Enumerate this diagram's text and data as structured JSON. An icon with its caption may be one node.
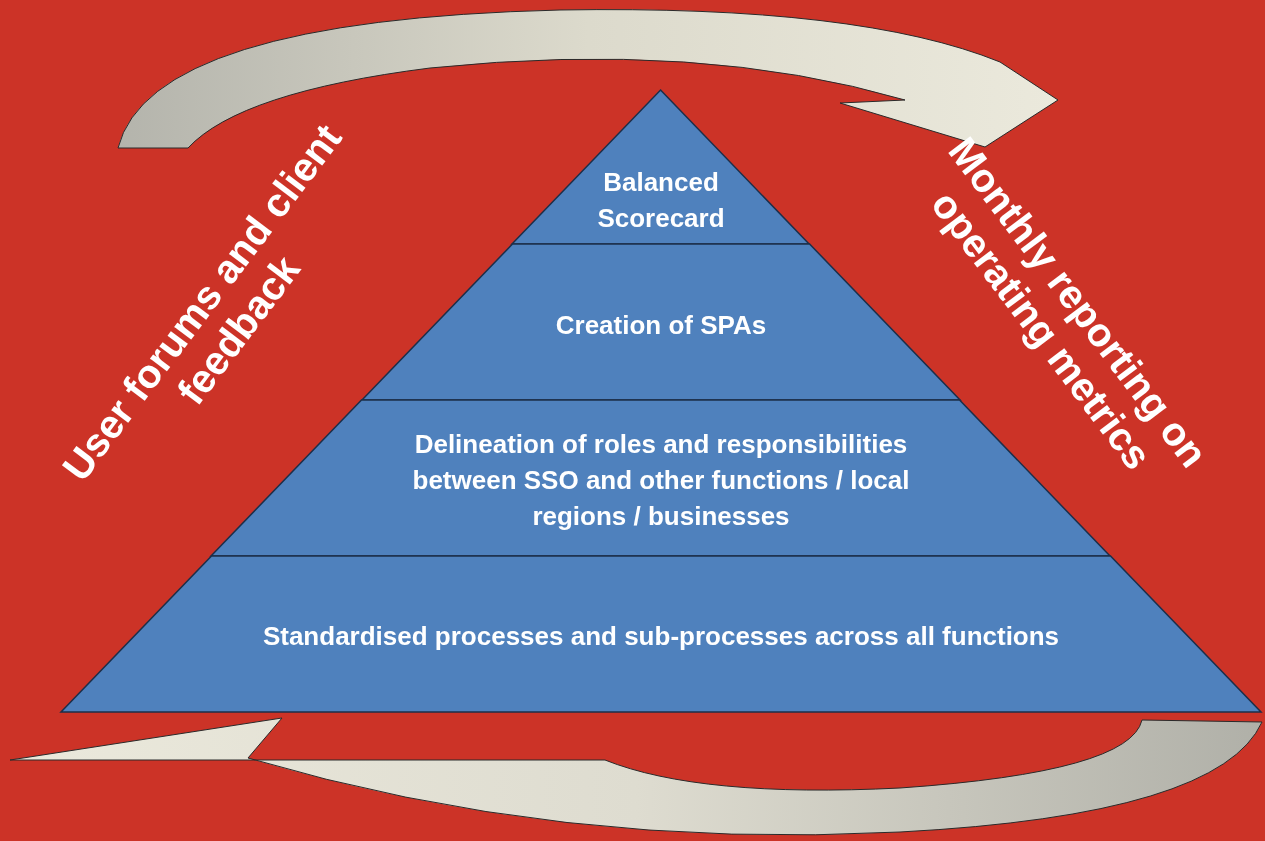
{
  "diagram": {
    "nodes": [
      {
        "text": [
          "Balanced Scorecard"
        ]
      },
      {
        "text": [
          "Creation of SPAs"
        ]
      },
      {
        "text": [
          "Delineation of roles and responsibilities between SSO and other functions / local regions / businesses"
        ]
      },
      {
        "text": [
          "Standardised processes and sub-processes across all functions"
        ]
      }
    ],
    "labels": [
      "User forums and client feedback",
      "Monthly reporting on operating metrics"
    ]
  }
}
